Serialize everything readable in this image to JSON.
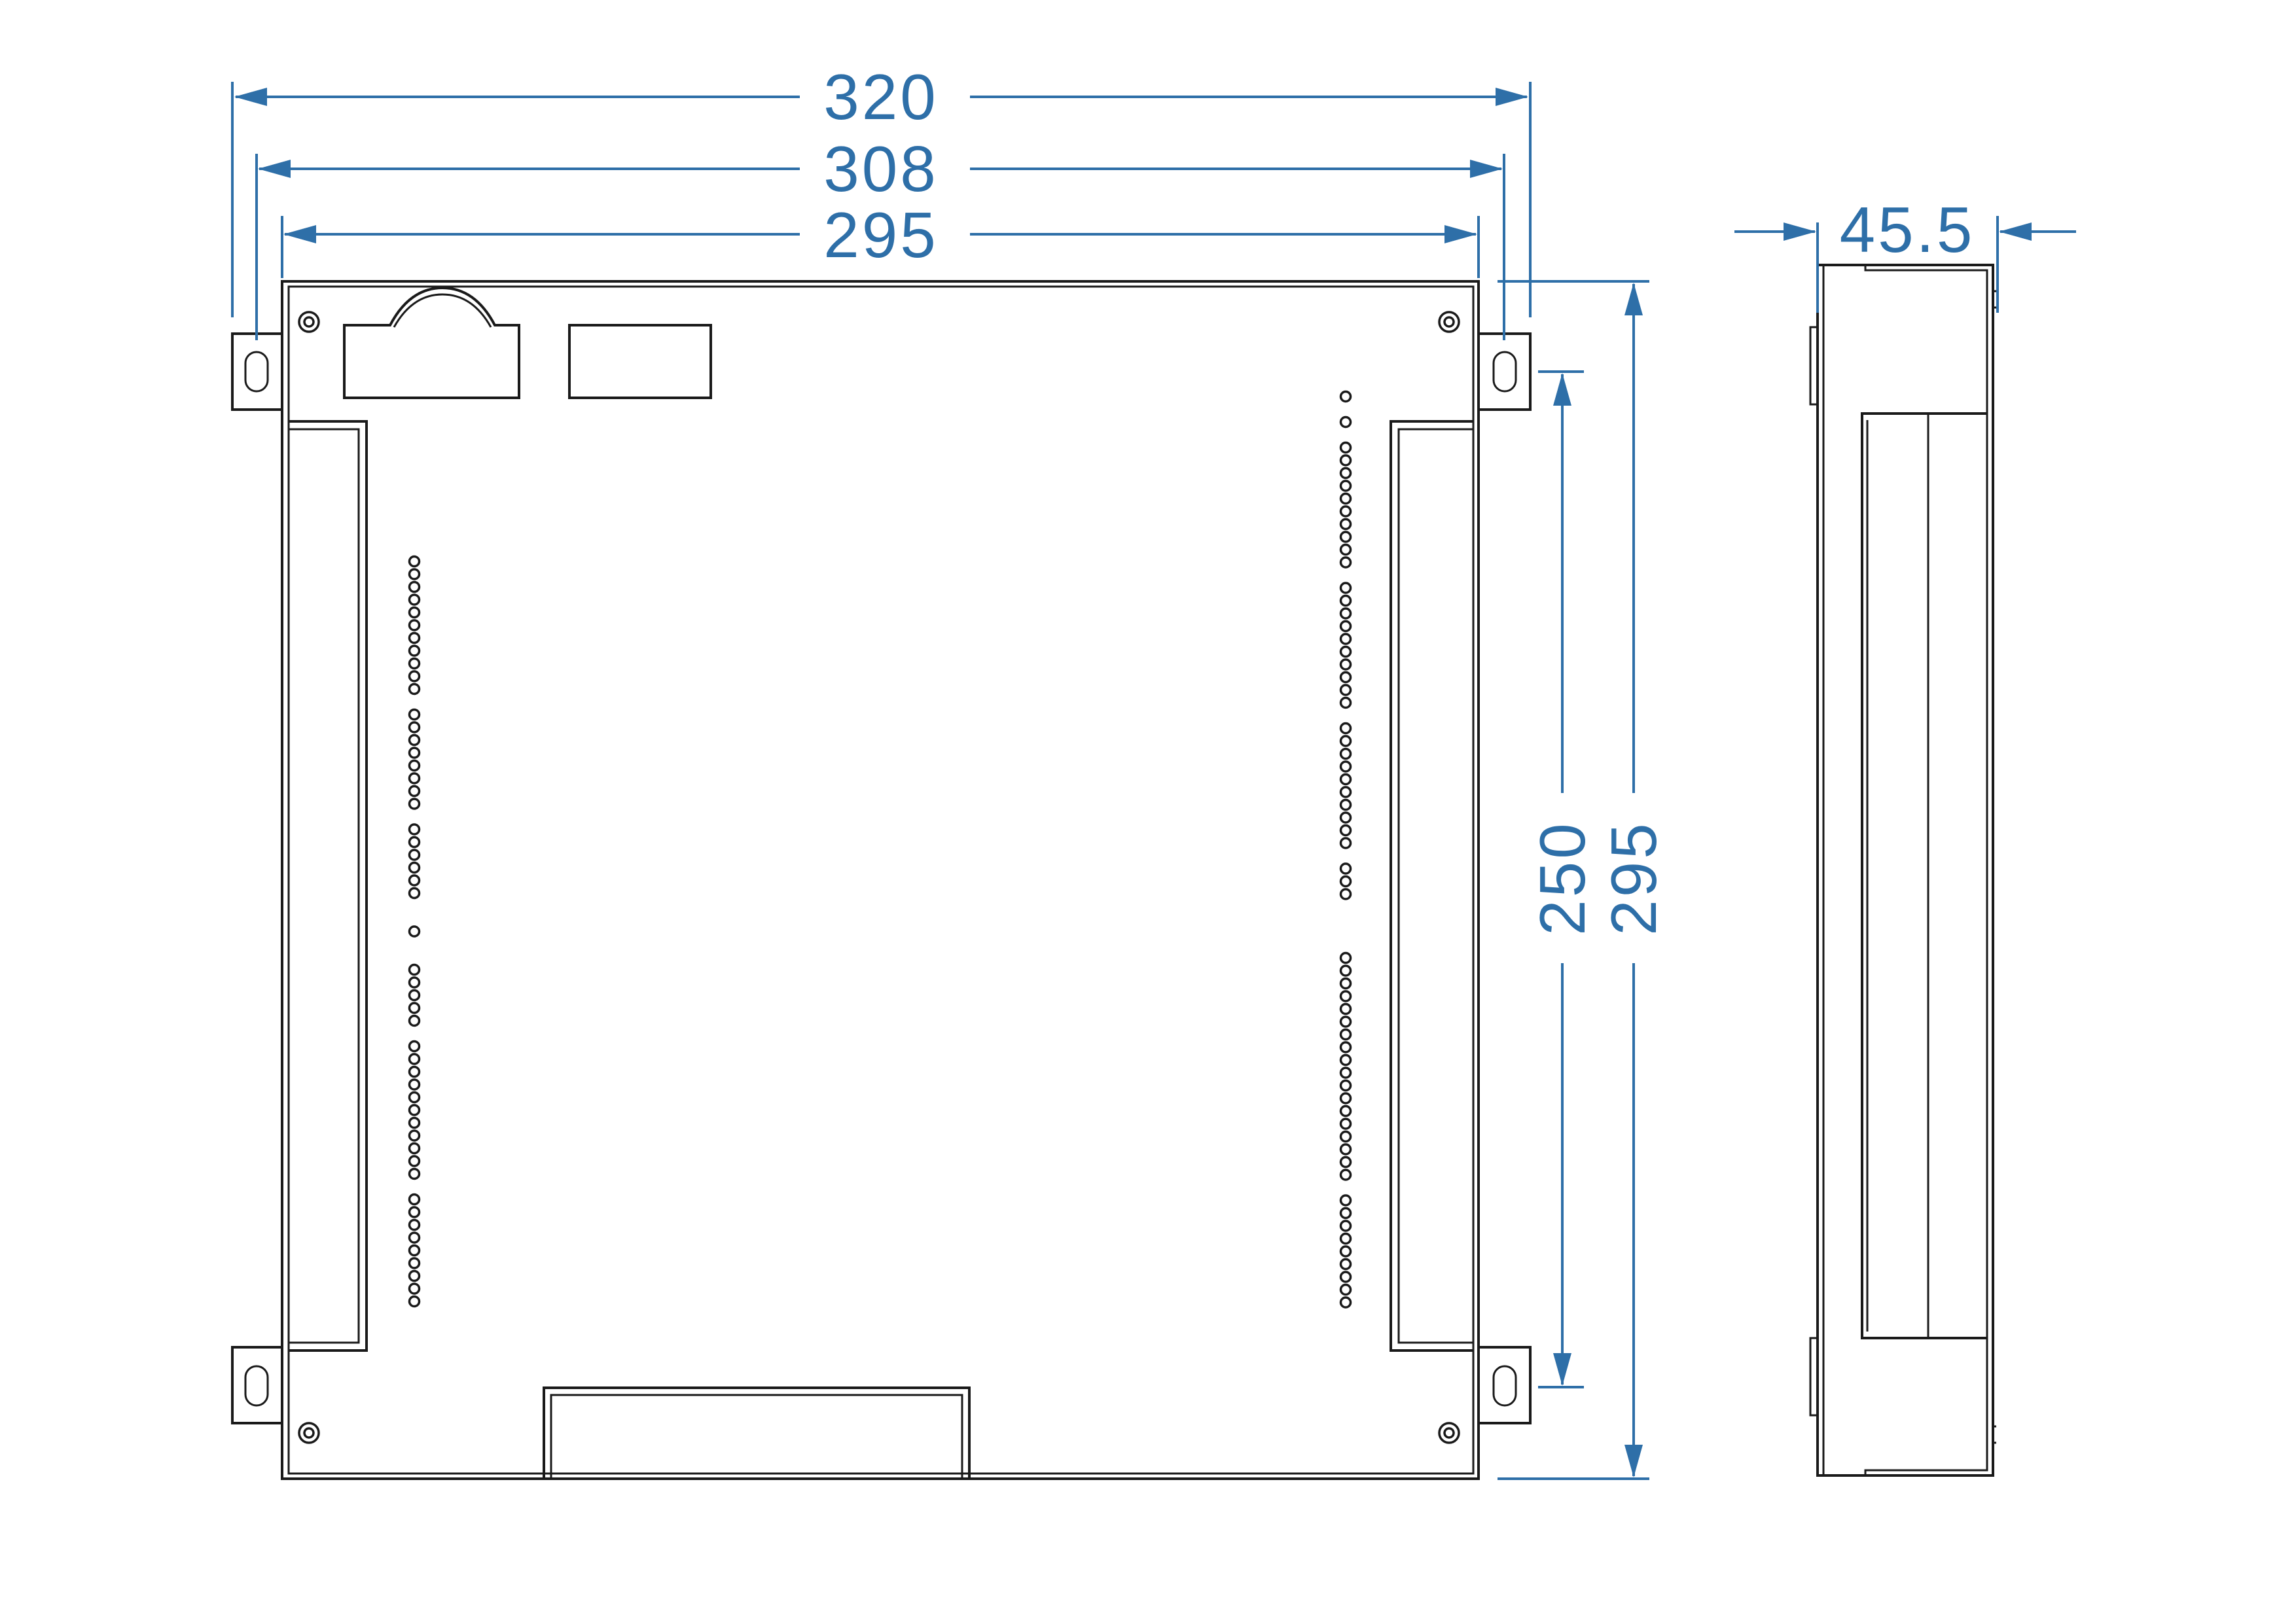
{
  "dimensions": {
    "overall_width": "320",
    "mounting_width": "308",
    "body_width": "295",
    "depth": "45.5",
    "mounting_height": "250",
    "body_height": "295"
  },
  "colors": {
    "dimension": "#2e6fa8",
    "outline": "#1a1a1a"
  }
}
